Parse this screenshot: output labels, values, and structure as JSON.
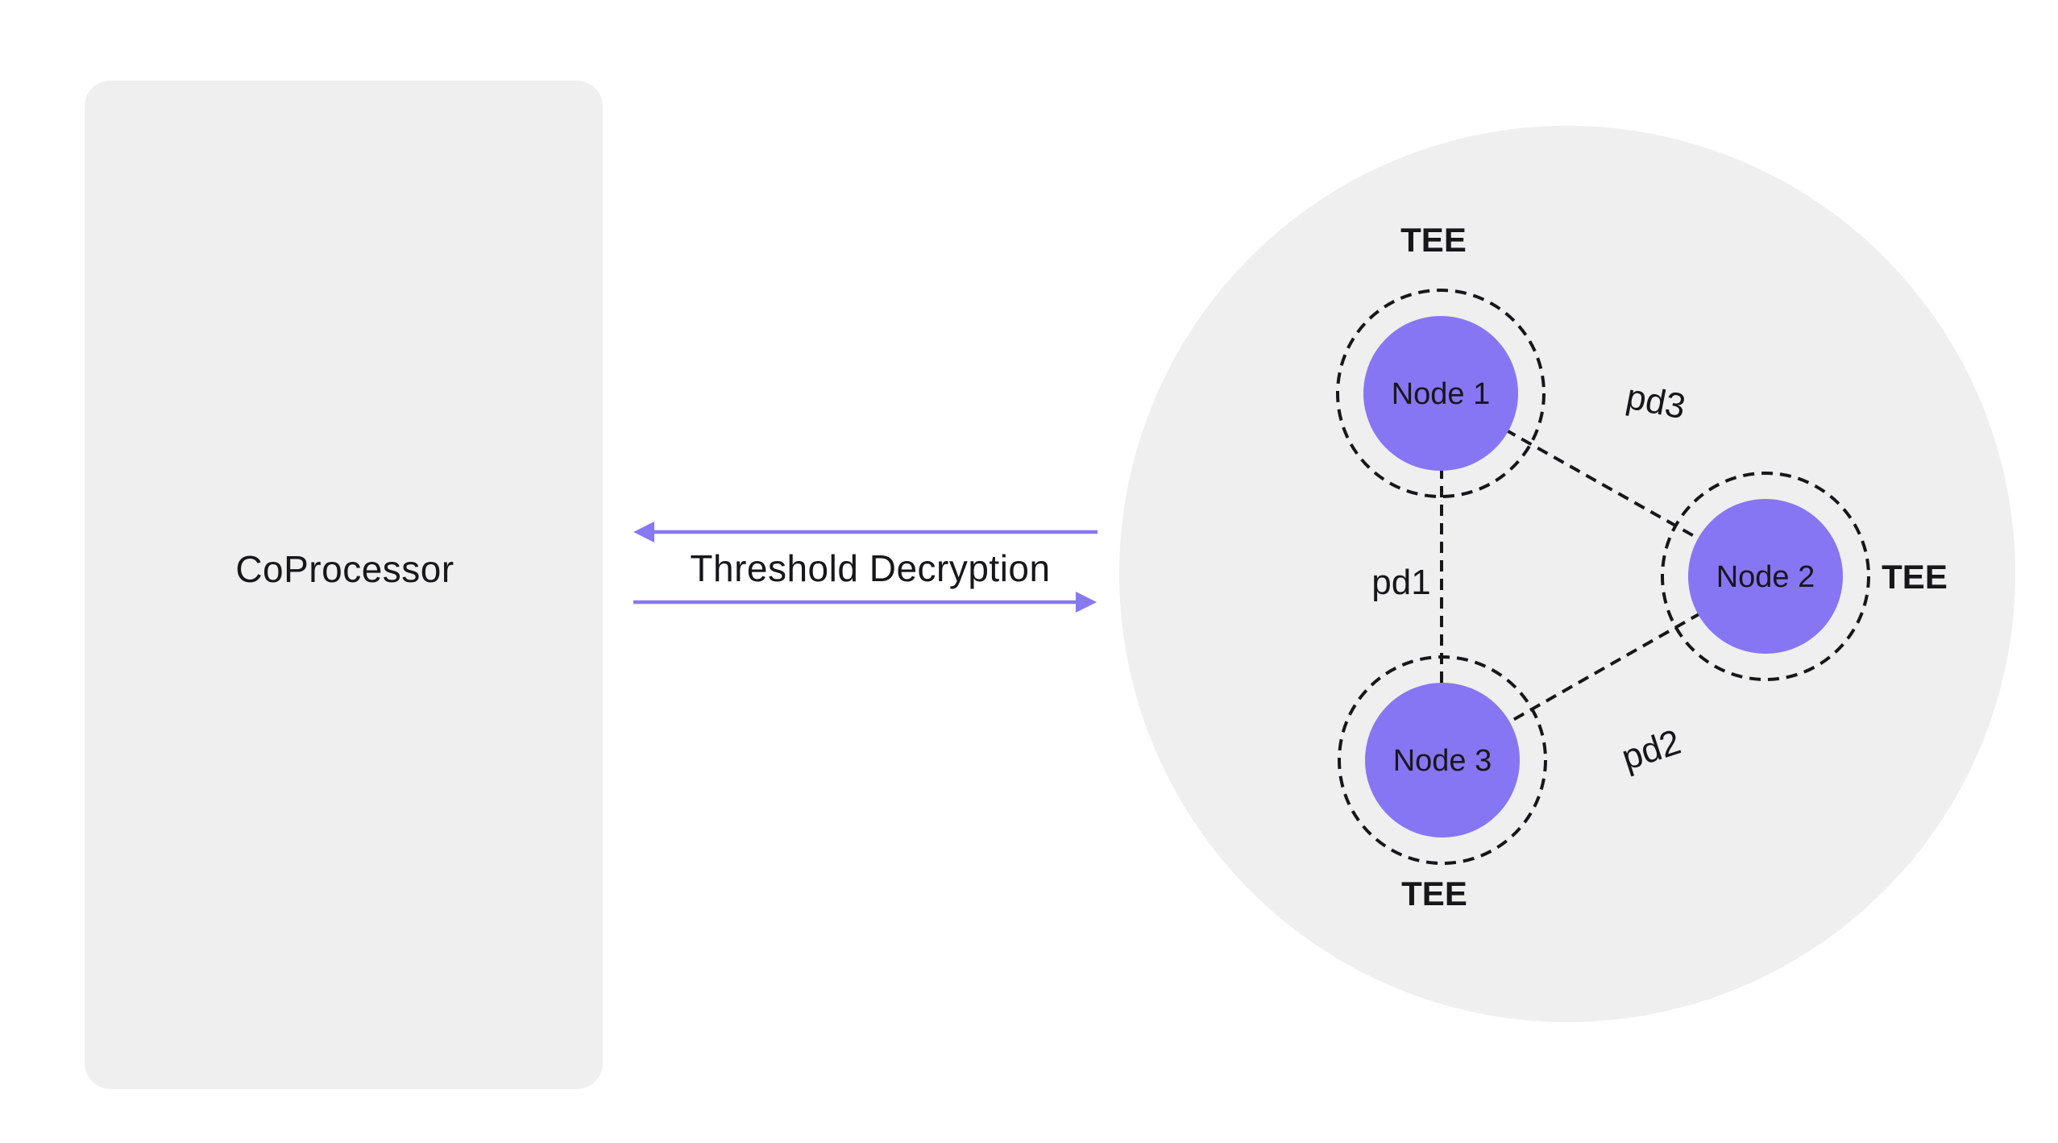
{
  "colors": {
    "page_bg": "#ffffff",
    "panel_gray": "#efefef",
    "node_purple": "#8676f3",
    "arrow_purple": "#8679f1",
    "ink": "#17171a",
    "node_label": "#ffffff"
  },
  "coprocessor": {
    "label": "CoProcessor"
  },
  "link": {
    "label": "Threshold Decryption"
  },
  "cluster": {
    "nodes": [
      {
        "label": "Node 1",
        "tee": "TEE"
      },
      {
        "label": "Node 2",
        "tee": "TEE"
      },
      {
        "label": "Node 3",
        "tee": "TEE"
      }
    ],
    "edges": [
      {
        "label": "pd1",
        "between": "Node 1 - Node 3"
      },
      {
        "label": "pd2",
        "between": "Node 2 - Node 3"
      },
      {
        "label": "pd3",
        "between": "Node 1 - Node 2"
      }
    ]
  }
}
